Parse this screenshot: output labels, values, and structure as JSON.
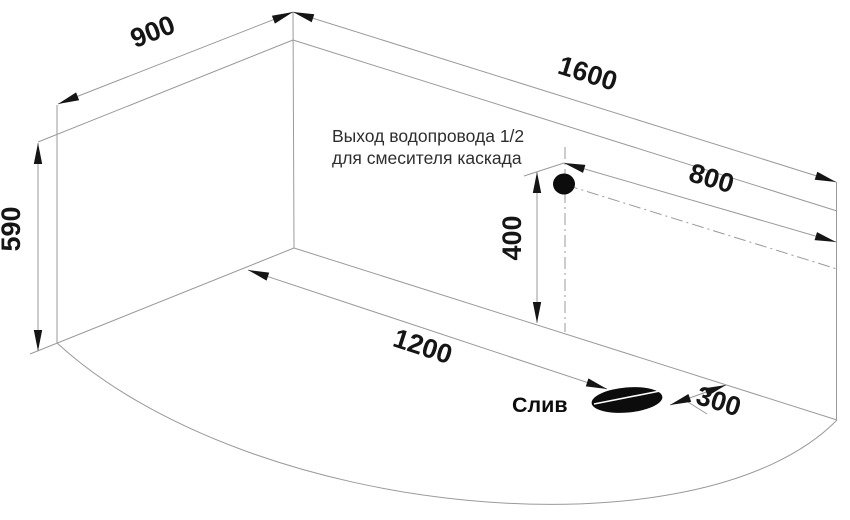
{
  "diagram": {
    "note": {
      "line1": "Выход водопровода 1/2",
      "line2": "для смесителя каскада"
    },
    "drain_label": "Слив",
    "dimensions": {
      "left_wall_width": "900",
      "right_wall_width": "1600",
      "wall_height": "590",
      "outlet_to_edge": "800",
      "outlet_height": "400",
      "drain_distance": "1200",
      "drain_offset": "300"
    },
    "icons": {
      "outlet_dot": "water-outlet-hole",
      "drain_ellipse": "drain-hole"
    },
    "colors": {
      "line": "#9a9a9a",
      "ink": "#151515",
      "background": "#ffffff"
    }
  }
}
